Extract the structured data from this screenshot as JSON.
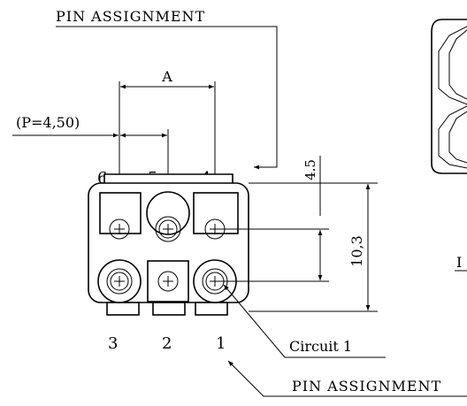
{
  "labels": {
    "pin_assignment_top": "PIN ASSIGNMENT",
    "pin_assignment_bottom": "PIN ASSIGNMENT",
    "dim_a": "A",
    "pitch": "(P=4,50)",
    "dim_4_5": "4.5",
    "dim_10_3": "10,3",
    "circuit_1": "Circuit 1",
    "pin_6": "6",
    "pin_5": "5",
    "pin_4": "4",
    "pin_3": "3",
    "pin_2": "2",
    "pin_1": "1",
    "cut_letter": "I"
  }
}
